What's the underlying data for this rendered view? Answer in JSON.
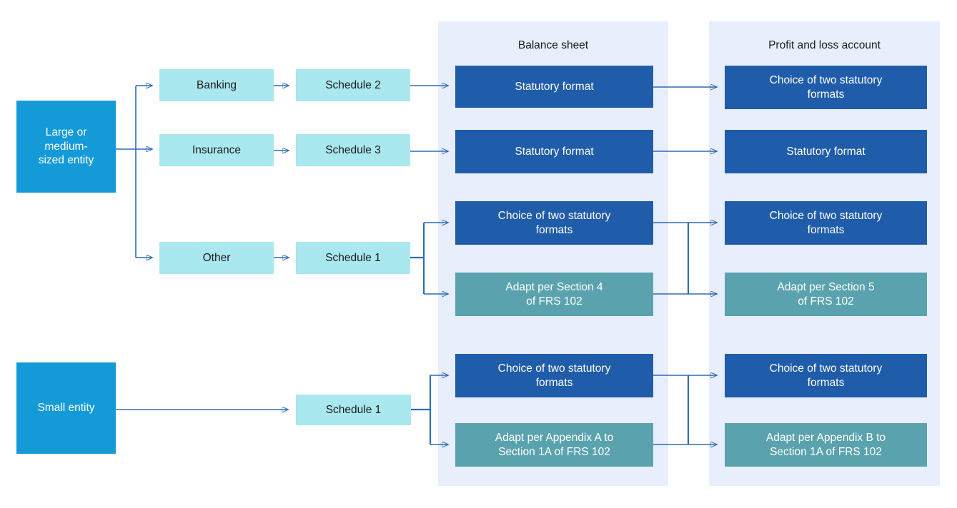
{
  "colors": {
    "entity_blue": "#149BD7",
    "cyan": "#A9E8EF",
    "dark_blue": "#1F5CA9",
    "teal": "#5AA3AE",
    "panel_bg": "#E8EEFB",
    "line": "#2E6CB5",
    "text_dark": "#1B1B1B",
    "text_light": "#FFFFFF"
  },
  "columns": {
    "balance_sheet_header": "Balance sheet",
    "profit_loss_header": "Profit and loss account"
  },
  "nodes": {
    "large_entity": "Large or\nmedium-\nsized entity",
    "small_entity": "Small entity",
    "banking": "Banking",
    "insurance": "Insurance",
    "other": "Other",
    "schedule_2": "Schedule 2",
    "schedule_3": "Schedule 3",
    "schedule_1_other": "Schedule 1",
    "schedule_1_small": "Schedule 1",
    "bs_banking": "Statutory format",
    "bs_insurance": "Statutory format",
    "bs_other_choice": "Choice of two statutory\nformats",
    "bs_other_adapt": "Adapt per Section 4\nof FRS 102",
    "bs_small_choice": "Choice of two statutory\nformats",
    "bs_small_adapt": "Adapt per Appendix A to\nSection 1A of FRS 102",
    "pl_banking": "Choice of two statutory\nformats",
    "pl_insurance": "Statutory format",
    "pl_other_choice": "Choice of two statutory\nformats",
    "pl_other_adapt": "Adapt per Section 5\nof FRS 102",
    "pl_small_choice": "Choice of two statutory\nformats",
    "pl_small_adapt": "Adapt per Appendix B to\nSection 1A of FRS 102"
  }
}
